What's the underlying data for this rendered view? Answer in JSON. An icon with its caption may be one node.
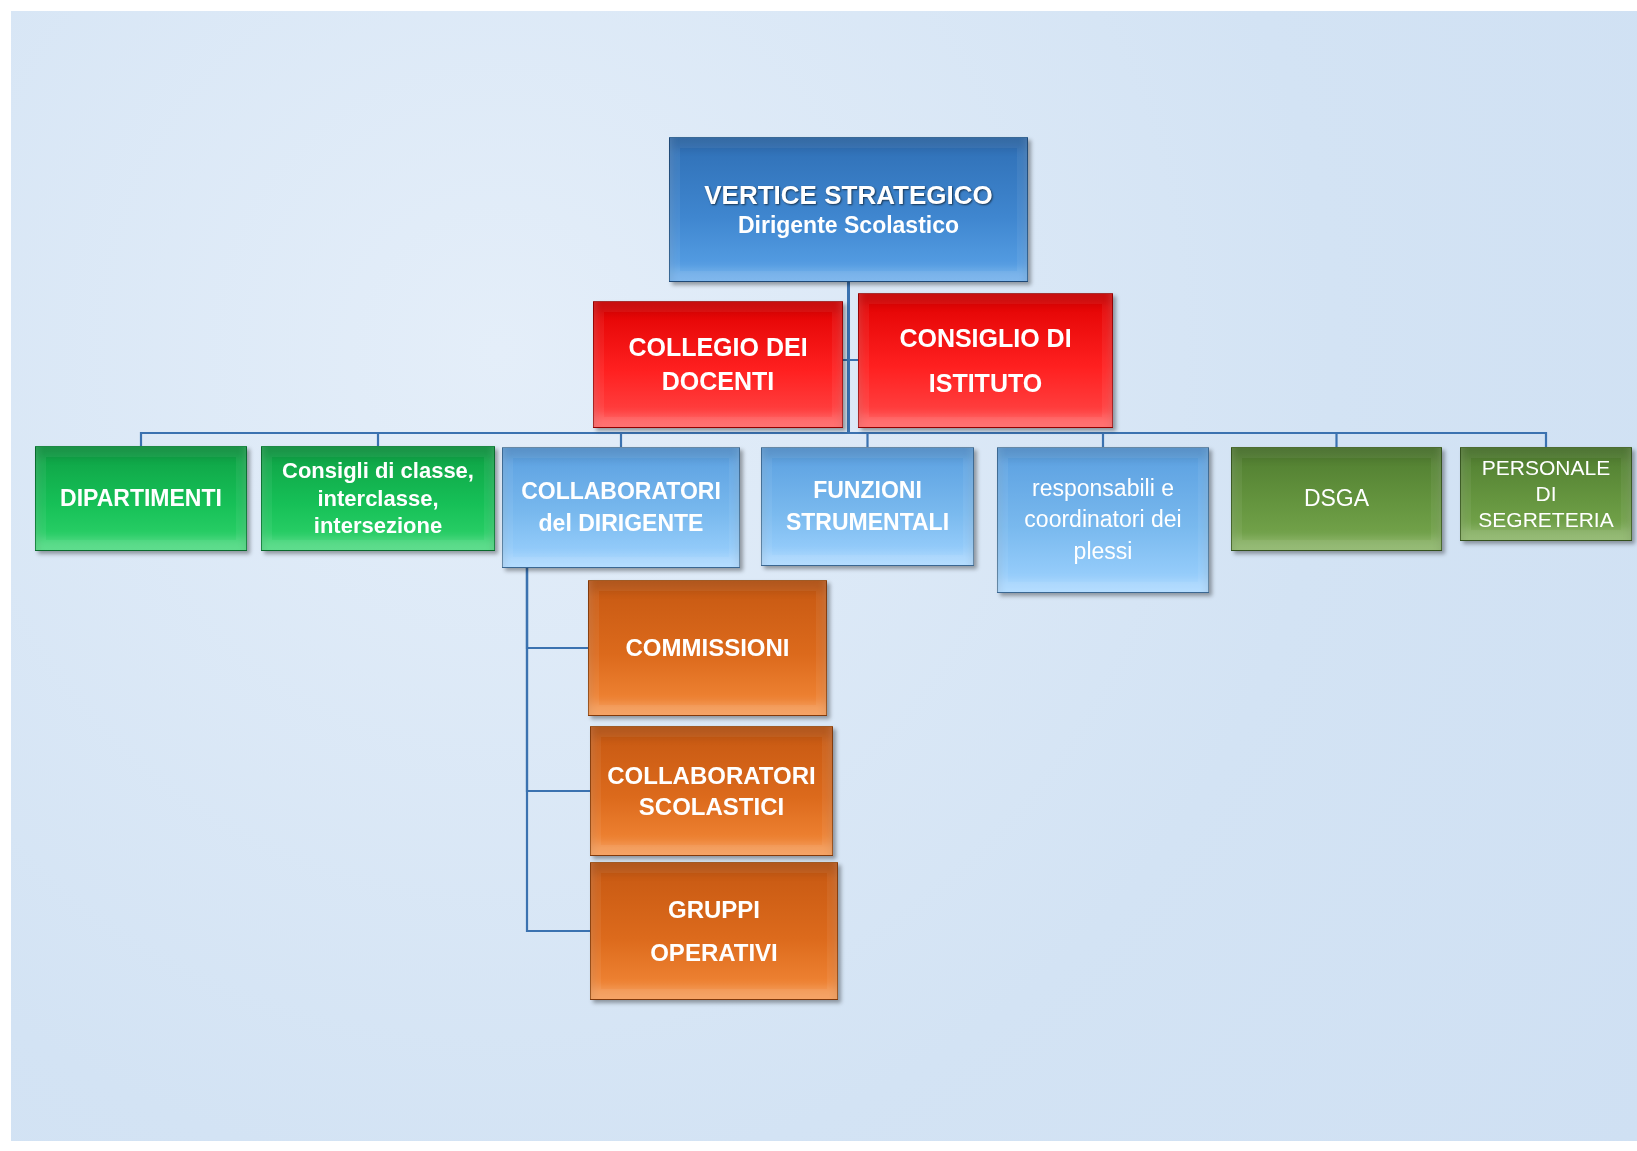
{
  "diagram": {
    "nodes": [
      {
        "text": [
          "VERTICE STRATEGICO",
          "Dirigente Scolastico"
        ]
      },
      {
        "text": [
          "COLLEGIO DEI DOCENTI"
        ]
      },
      {
        "text": [
          "CONSIGLIO DI ISTITUTO"
        ]
      },
      {
        "text": [
          "DIPARTIMENTI"
        ]
      },
      {
        "text": [
          "Consigli di classe, interclasse, intersezione"
        ]
      },
      {
        "text": [
          "COLLABORATORI del DIRIGENTE"
        ]
      },
      {
        "text": [
          "FUNZIONI STRUMENTALI"
        ]
      },
      {
        "text": [
          "responsabili e coordinatori dei plessi"
        ]
      },
      {
        "text": [
          "DSGA"
        ]
      },
      {
        "text": [
          "PERSONALE DI SEGRETERIA"
        ]
      },
      {
        "text": [
          "COMMISSIONI"
        ]
      },
      {
        "text": [
          "COLLABORATORI SCOLASTICI"
        ]
      },
      {
        "text": [
          "GRUPPI OPERATIVI"
        ]
      }
    ],
    "edges": [
      {
        "from": 0,
        "to": 1,
        "arrow": "none"
      },
      {
        "from": 0,
        "to": 2,
        "arrow": "none"
      },
      {
        "from": 0,
        "to": 3,
        "arrow": "none"
      },
      {
        "from": 0,
        "to": 4,
        "arrow": "none"
      },
      {
        "from": 0,
        "to": 5,
        "arrow": "none"
      },
      {
        "from": 0,
        "to": 6,
        "arrow": "none"
      },
      {
        "from": 0,
        "to": 7,
        "arrow": "none"
      },
      {
        "from": 0,
        "to": 8,
        "arrow": "none"
      },
      {
        "from": 0,
        "to": 9,
        "arrow": "none"
      },
      {
        "from": 5,
        "to": 10,
        "arrow": "none"
      },
      {
        "from": 5,
        "to": 11,
        "arrow": "none"
      },
      {
        "from": 5,
        "to": 12,
        "arrow": "none"
      }
    ]
  }
}
